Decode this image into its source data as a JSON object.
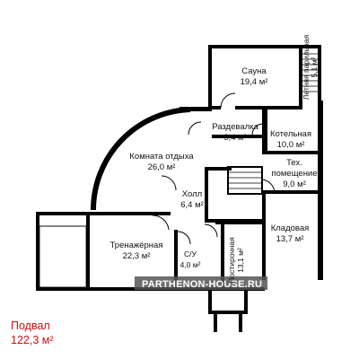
{
  "rooms": {
    "sauna": {
      "name": "Сауна",
      "area": "19,4 м²"
    },
    "changing": {
      "name": "Раздевалка",
      "area": "6,4 м²"
    },
    "boiler": {
      "name": "Котельная",
      "area": "10,0 м²"
    },
    "lounge": {
      "name": "Комната отдыха",
      "area": "26,0 м²"
    },
    "tech_line1": "Тех.",
    "tech_line2": "помещение",
    "tech_area": "9,0 м²",
    "hall": {
      "name": "Холл",
      "area": "6,4 м²"
    },
    "storage": {
      "name": "Кладовая",
      "area": "13,7 м²"
    },
    "gym": {
      "name": "Тренажёрная",
      "area": "22,3 м²"
    },
    "wc": {
      "name": "С/У",
      "area": "4,0 м²"
    },
    "laundry": {
      "name": "Постирочная",
      "area": "13,1 м²"
    },
    "summer_room": {
      "name": "Летняя парильная",
      "area": "5,1 м²"
    }
  },
  "watermark": "PARTHENON-HOUSE.RU",
  "floor": {
    "name": "Подвал",
    "area": "122,3 м²"
  },
  "colors": {
    "walls": "#000000",
    "caption": "#cc1111",
    "background": "#ffffff"
  }
}
